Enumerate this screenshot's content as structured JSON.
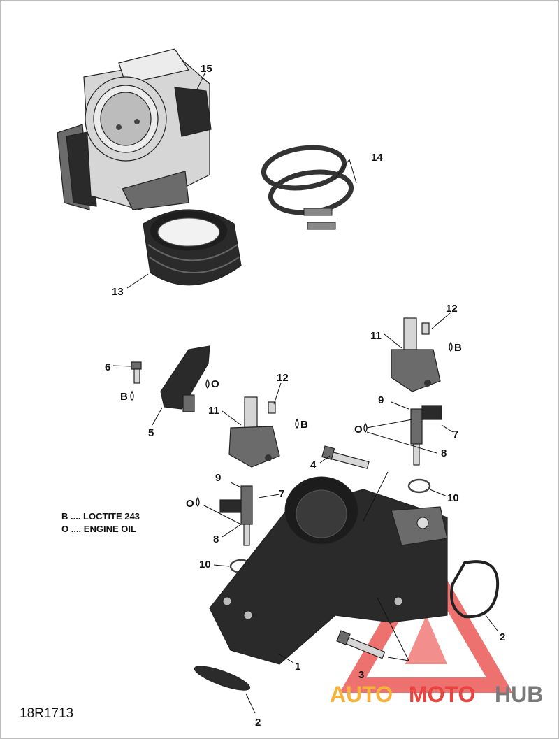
{
  "diagram": {
    "callouts": {
      "c1": "1",
      "c2a": "2",
      "c2b": "2",
      "c3": "3",
      "c4": "4",
      "c5": "5",
      "c6": "6",
      "c7a": "7",
      "c7b": "7",
      "c8a": "8",
      "c8b": "8",
      "c9a": "9",
      "c9b": "9",
      "c10a": "10",
      "c10b": "10",
      "c11a": "11",
      "c11b": "11",
      "c12a": "12",
      "c12b": "12",
      "c13": "13",
      "c14": "14",
      "c15": "15"
    },
    "markers": {
      "o1": "O",
      "o2": "O",
      "o3": "O",
      "b1": "B",
      "b2": "B",
      "b3": "B"
    },
    "legend": {
      "line_b": "B .... LOCTITE 243",
      "line_o": "O .... ENGINE OIL"
    },
    "reference": "18R1713",
    "watermark": {
      "part1": "AUTO",
      "part2": "MOTO",
      "part3": "HUB",
      "color1": "#f5b23a",
      "color2": "#e8433f",
      "color3": "#7a7a7a"
    }
  }
}
